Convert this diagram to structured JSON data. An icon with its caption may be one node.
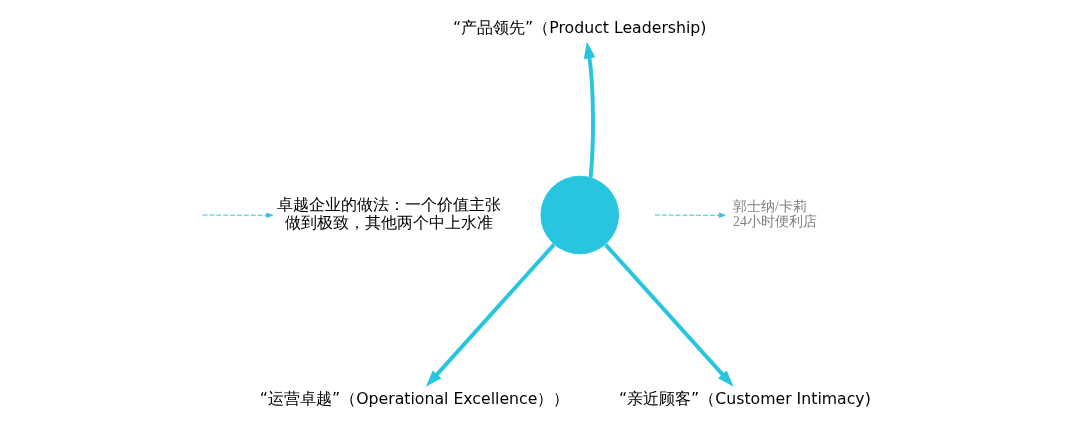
{
  "diagram": {
    "nodes": [
      {
        "text": [
          "“产品领先”（Product Leadership)"
        ]
      },
      {
        "text": [],
        "shape": "circle"
      },
      {
        "text": [
          "“运营卓越”（Operational Excellence））"
        ]
      },
      {
        "text": [
          "“亲近顾客”（Customer Intimacy)"
        ]
      },
      {
        "text": [
          "卓越企业的做法：一个价值主张做到极致，其他两个中上水准"
        ]
      },
      {
        "text": [
          "郭士纳/卡莉",
          "24小时便利店"
        ]
      }
    ],
    "edges": [
      {
        "from": 1,
        "to": 0,
        "arrow": "to"
      },
      {
        "from": 1,
        "to": 2,
        "arrow": "to"
      },
      {
        "from": 1,
        "to": 3,
        "arrow": "to"
      },
      {
        "from": null,
        "to": 4,
        "arrow": "to",
        "style": "dashed"
      },
      {
        "from": null,
        "to": 5,
        "arrow": "to",
        "style": "dashed"
      }
    ]
  }
}
